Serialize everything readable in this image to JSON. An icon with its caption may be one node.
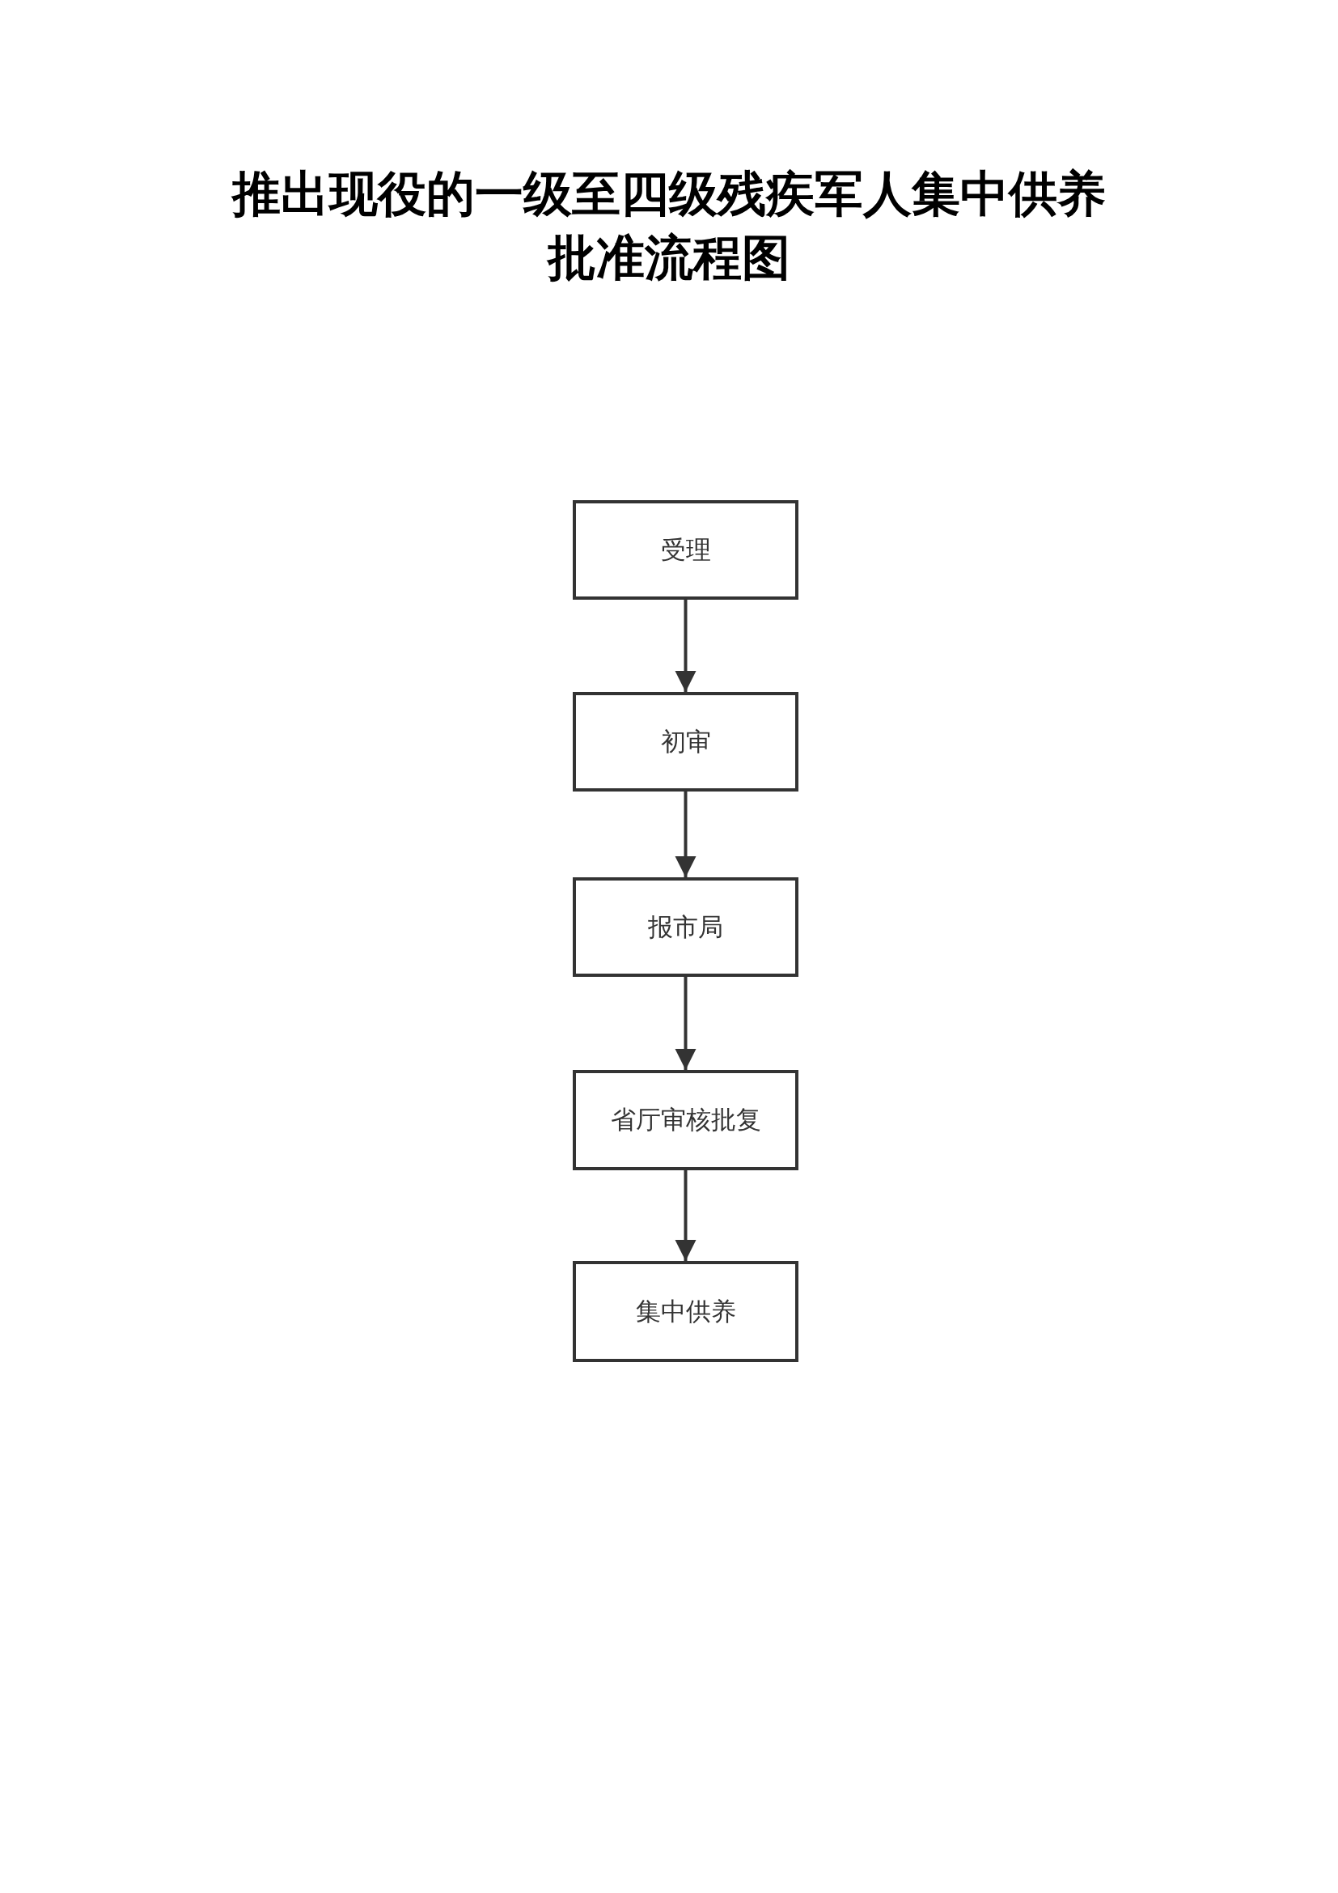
{
  "diagram": {
    "title": "推出现役的一级至四级残疾军人集中供养批准流程图",
    "nodes": [
      {
        "text": [
          "受理"
        ]
      },
      {
        "text": [
          "初审"
        ]
      },
      {
        "text": [
          "报市局"
        ]
      },
      {
        "text": [
          "省厅审核批复"
        ]
      },
      {
        "text": [
          "集中供养"
        ]
      }
    ],
    "edges": [
      {
        "from": 0,
        "to": 1,
        "arrow": "to"
      },
      {
        "from": 1,
        "to": 2,
        "arrow": "to"
      },
      {
        "from": 2,
        "to": 3,
        "arrow": "to"
      },
      {
        "from": 3,
        "to": 4,
        "arrow": "to"
      }
    ]
  }
}
